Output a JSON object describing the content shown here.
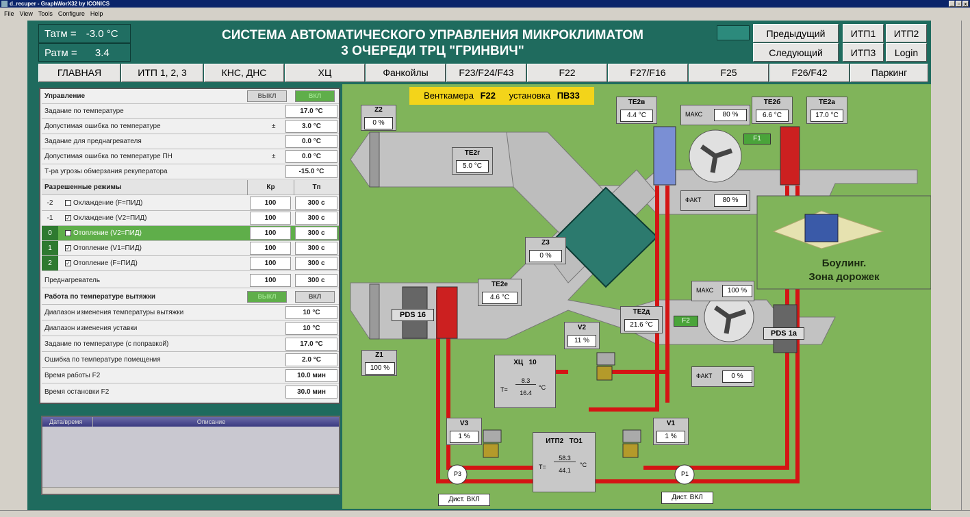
{
  "window": {
    "title": "d_recuper - GraphWorX32 by ICONICS",
    "menus": [
      "File",
      "View",
      "Tools",
      "Configure",
      "Help"
    ]
  },
  "header": {
    "tatm_label": "Татм =",
    "tatm_value": "-3.0 °C",
    "patm_label": "Ратм =",
    "patm_value": "3.4",
    "title_line1": "СИСТЕМА АВТОМАТИЧЕСКОГО УПРАВЛЕНИЯ МИКРОКЛИМАТОМ",
    "title_line2": "3 ОЧЕРЕДИ ТРЦ \"ГРИНВИЧ\"",
    "prev": "Предыдущий",
    "next": "Следующий",
    "itp1": "ИТП1",
    "itp2": "ИТП2",
    "itp3": "ИТП3",
    "login": "Login"
  },
  "nav": [
    "ГЛАВНАЯ",
    "ИТП 1, 2, 3",
    "КНС, ДНС",
    "ХЦ",
    "Фанкойлы",
    "F23/F24/F43",
    "F22",
    "F27/F16",
    "F25",
    "F26/F42",
    "Паркинг"
  ],
  "panel": {
    "control": "Управление",
    "off": "ВЫКЛ",
    "on": "ВКЛ",
    "temp_setpoint_label": "Задание по температуре",
    "temp_setpoint": "17.0 °C",
    "temp_err_label": "Допустимая ошибка по температуре",
    "pm": "±",
    "temp_err": "3.0 °C",
    "preheat_setpoint_label": "Задание для преднагревателя",
    "preheat_setpoint": "0.0 °C",
    "preheat_err_label": "Допустимая ошибка по температуре ПН",
    "preheat_err": "0.0 °C",
    "freeze_label": "Т-ра угрозы обмерзания рекуператора",
    "freeze": "-15.0 °C",
    "modes_label": "Разрешенные режимы",
    "kp_label": "Кр",
    "tp_label": "Тп",
    "modes": [
      {
        "idx": "-2",
        "checked": "",
        "label": "Охлаждение (F=ПИД)",
        "kp": "100",
        "tp": "300 с"
      },
      {
        "idx": "-1",
        "checked": "✓",
        "label": "Охлаждение (V2=ПИД)",
        "kp": "100",
        "tp": "300 с"
      },
      {
        "idx": "0",
        "checked": "✓",
        "label": "Отопление (V2=ПИД)",
        "kp": "100",
        "tp": "300 с"
      },
      {
        "idx": "1",
        "checked": "✓",
        "label": "Отопление (V1=ПИД)",
        "kp": "100",
        "tp": "300 с"
      },
      {
        "idx": "2",
        "checked": "✓",
        "label": "Отопление (F=ПИД)",
        "kp": "100",
        "tp": "300 с"
      }
    ],
    "preheater_label": "Преднагреватель",
    "preheater_kp": "100",
    "preheater_tp": "300 с",
    "exhaust_label": "Работа по температуре вытяжки",
    "exhaust_range_label": "Диапазон изменения температуры вытяжки",
    "exhaust_range": "10 °C",
    "setpoint_range_label": "Диапазон изменения уставки",
    "setpoint_range": "10 °C",
    "corrected_label": "Задание по температуре (с поправкой)",
    "corrected": "17.0 °C",
    "room_err_label": "Ошибка по температуре помещения",
    "room_err": "2.0 °C",
    "run_time_label": "Время работы F2",
    "run_time": "10.0 мин",
    "stop_time_label": "Время остановки F2",
    "stop_time": "30.0 мин"
  },
  "log": {
    "col_datetime": "Дата/время",
    "col_desc": "Описание"
  },
  "scheme": {
    "vent_label": "Венткамера",
    "vent_value": "F22",
    "unit_label": "установка",
    "unit_value": "ПВ33",
    "z2_label": "Z2",
    "z2": "0 %",
    "te2g_label": "ТЕ2г",
    "te2g": "5.0 °C",
    "te2v_label": "ТЕ2в",
    "te2v": "4.4 °C",
    "te2b_label": "ТЕ2б",
    "te2b": "6.6 °C",
    "te2a_label": "ТЕ2а",
    "te2a": "17.0 °C",
    "max_label": "МАКС",
    "max_top": "80 %",
    "fact_label": "ФАКТ",
    "fact_top": "80 %",
    "f1_label": "F1",
    "z3_label": "Z3",
    "z3": "0 %",
    "zone_line1": "Боулинг.",
    "zone_line2": "Зона дорожек",
    "te2e_label": "ТЕ2е",
    "te2e": "4.6 °C",
    "pds16": "PDS 16",
    "pds1a": "PDS 1а",
    "z1_label": "Z1",
    "z1": "100 %",
    "te2d_label": "ТЕ2д",
    "te2d": "21.6 °C",
    "f2_label": "F2",
    "max_bot": "100 %",
    "fact_bot": "0 %",
    "v2_label": "V2",
    "v2": "11 %",
    "xc_label": "ХЦ",
    "xc_num": "10",
    "t_eq": "Т=",
    "xc_top": "8.3",
    "xc_bot": "16.4",
    "deg": "°С",
    "v3_label": "V3",
    "v3": "1 %",
    "v1_label": "V1",
    "v1": "1 %",
    "itp_label": "ИТП2",
    "to_label": "ТО1",
    "itp_top": "58.3",
    "itp_bot": "44.1",
    "p3": "Р3",
    "p1": "Р1",
    "remote": "Дист. ВКЛ"
  }
}
